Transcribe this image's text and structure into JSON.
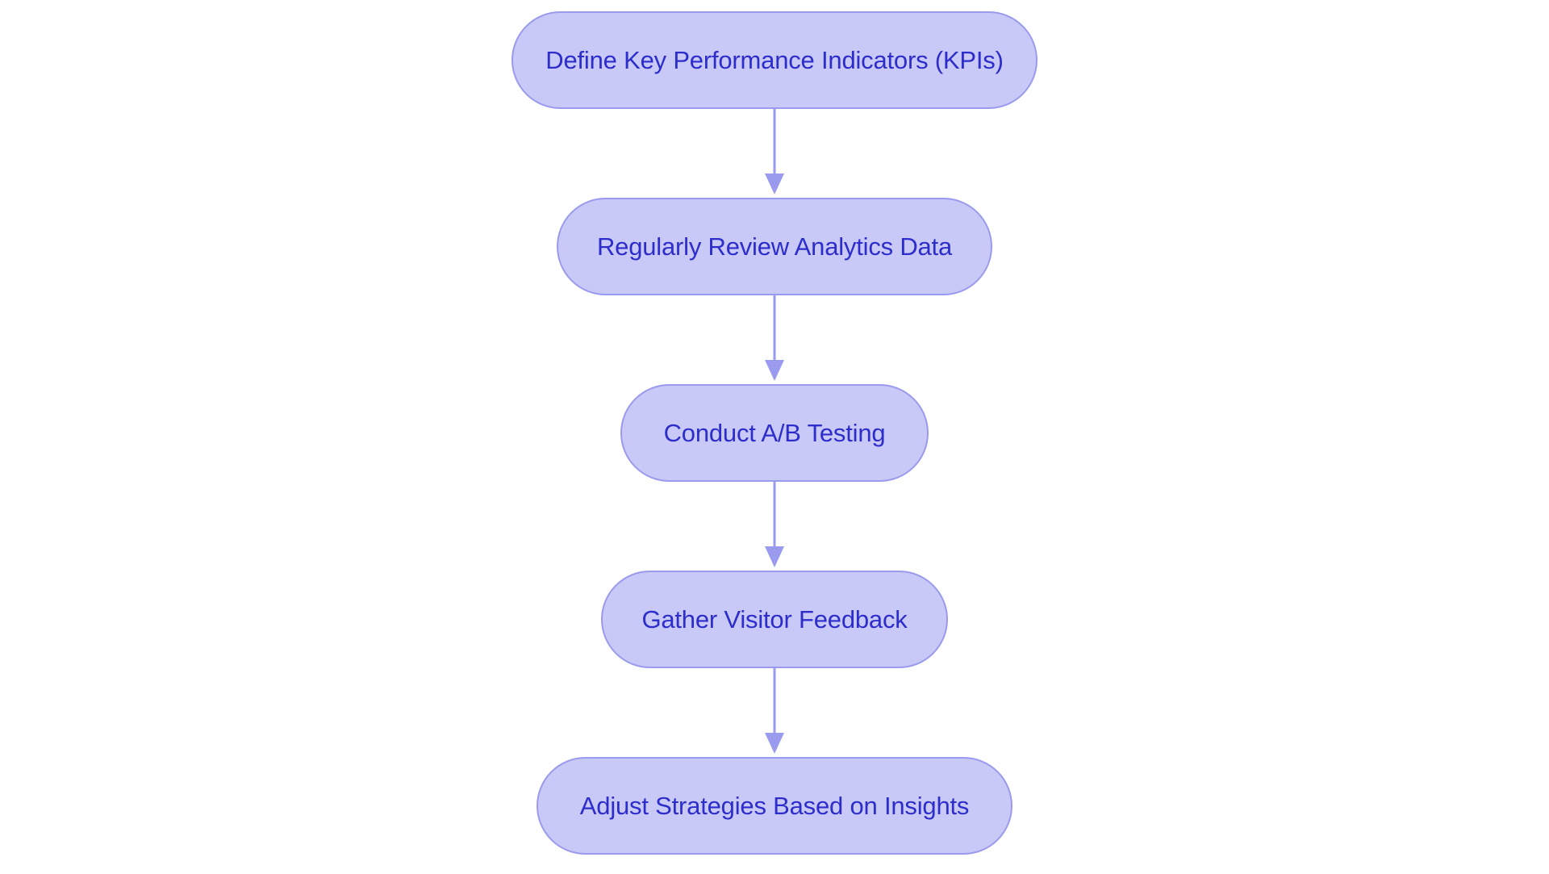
{
  "diagram": {
    "type": "flowchart",
    "orientation": "top-to-bottom",
    "background_color": "#ffffff",
    "node_fill_color": "#c9c9f7",
    "node_border_color": "#9a9aee",
    "node_text_color": "#2d2dcc",
    "connector_color": "#9a9aee",
    "nodes": [
      {
        "id": "n1",
        "label": "Define Key Performance Indicators (KPIs)"
      },
      {
        "id": "n2",
        "label": "Regularly Review Analytics Data"
      },
      {
        "id": "n3",
        "label": "Conduct A/B Testing"
      },
      {
        "id": "n4",
        "label": "Gather Visitor Feedback"
      },
      {
        "id": "n5",
        "label": "Adjust Strategies Based on Insights"
      }
    ],
    "edges": [
      {
        "from": "n1",
        "to": "n2",
        "arrow": "down"
      },
      {
        "from": "n2",
        "to": "n3",
        "arrow": "down"
      },
      {
        "from": "n3",
        "to": "n4",
        "arrow": "down"
      },
      {
        "from": "n4",
        "to": "n5",
        "arrow": "down"
      }
    ]
  }
}
